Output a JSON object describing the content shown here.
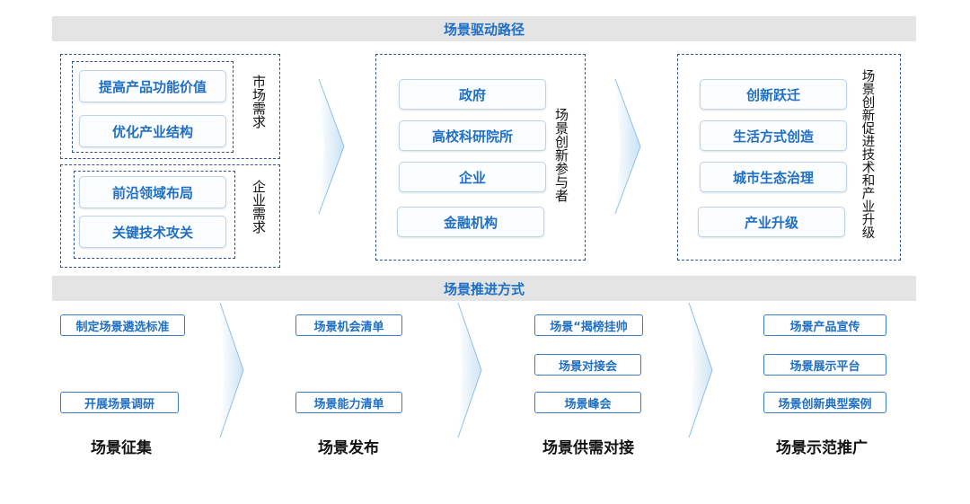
{
  "section1": {
    "title": "场景驱动路径",
    "left": {
      "market": {
        "label": "市场需求",
        "items": [
          "提高产品功能价值",
          "优化产业结构"
        ]
      },
      "enterprise": {
        "label": "企业需求",
        "items": [
          "前沿领域布局",
          "关键技术攻关"
        ]
      }
    },
    "middle": {
      "label": "场景创新参与者",
      "items": [
        "政府",
        "高校科研院所",
        "企业",
        "金融机构"
      ]
    },
    "right": {
      "label": "场景创新促进技术和产业升级",
      "items": [
        "创新跃迁",
        "生活方式创造",
        "城市生态治理",
        "产业升级"
      ]
    }
  },
  "section2": {
    "title": "场景推进方式",
    "stages": [
      {
        "name": "场景征集",
        "items": [
          "制定场景遴选标准",
          "开展场景调研"
        ]
      },
      {
        "name": "场景发布",
        "items": [
          "场景机会清单",
          "场景能力清单"
        ]
      },
      {
        "name": "场景供需对接",
        "items": [
          "场景“揭榜挂帅",
          "场景对接会",
          "场景峰会"
        ]
      },
      {
        "name": "场景示范推广",
        "items": [
          "场景产品宣传",
          "场景展示平台",
          "场景创新典型案例"
        ]
      }
    ]
  },
  "colors": {
    "accent": "#1f6fc5",
    "bar": "#e4e4e4",
    "dash": "#2f5597"
  }
}
